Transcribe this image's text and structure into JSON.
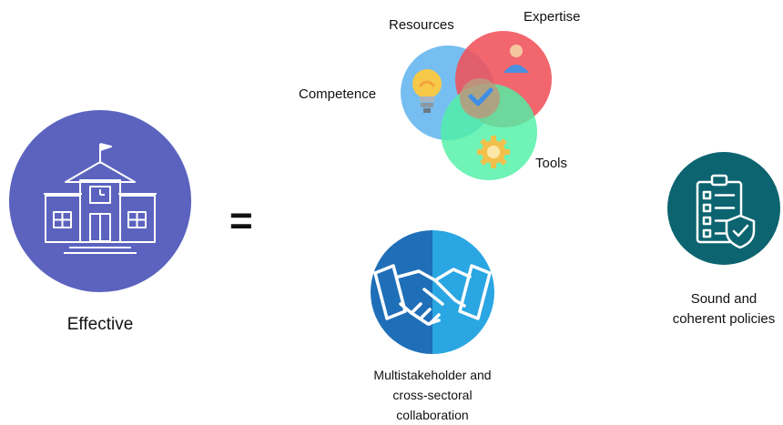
{
  "left": {
    "label": "Effective",
    "icon": "school-building-icon",
    "circle_color": "#5b63bf"
  },
  "equals": "=",
  "venn": {
    "labels": {
      "resources": "Resources",
      "expertise": "Expertise",
      "competence": "Competence",
      "tools": "Tools"
    },
    "colors": {
      "resources": "#6ab8f0",
      "expertise": "#f0515a",
      "tools": "#4ff0a6"
    },
    "icons": [
      "lightbulb-icon",
      "person-icon",
      "check-icon",
      "gear-icon"
    ]
  },
  "collaboration": {
    "lines": [
      "Multistakeholder and",
      "cross-sectoral",
      "collaboration"
    ],
    "icon": "handshake-icon",
    "colors": {
      "left": "#1f6fb8",
      "right": "#2aa6e2"
    }
  },
  "policies": {
    "lines": [
      "Sound and",
      "coherent policies"
    ],
    "icon": "clipboard-shield-icon",
    "circle_color": "#0c6470"
  }
}
